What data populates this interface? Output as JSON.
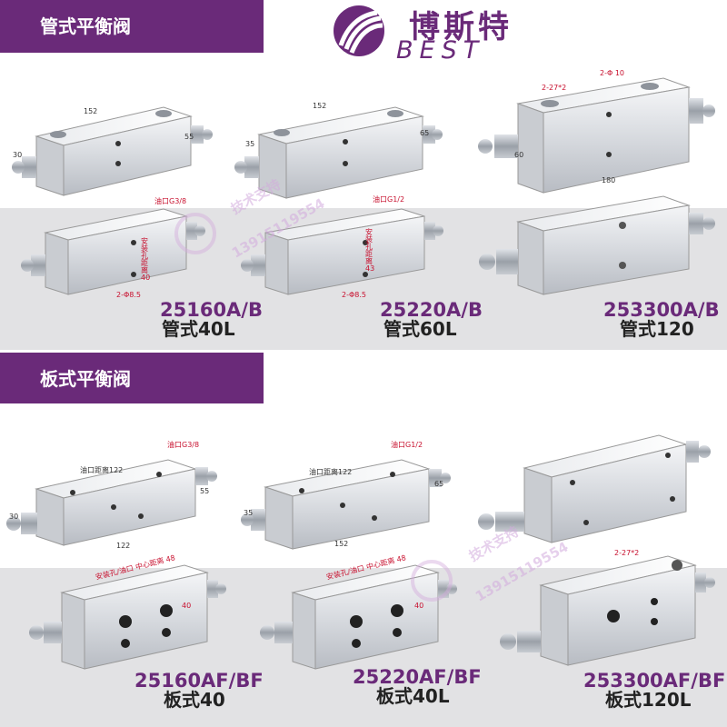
{
  "brand": {
    "name_cn": "博斯特",
    "name_en": "BEST",
    "color": "#6a2a79"
  },
  "sections": [
    {
      "title": "管式平衡阀"
    },
    {
      "title": "板式平衡阀"
    }
  ],
  "products": [
    {
      "code": "25160A/B",
      "desc": "管式40L"
    },
    {
      "code": "25220A/B",
      "desc": "管式60L"
    },
    {
      "code": "253300A/B",
      "desc": "管式120"
    },
    {
      "code": "25160AF/BF",
      "desc": "板式40"
    },
    {
      "code": "25220AF/BF",
      "desc": "板式40L"
    },
    {
      "code": "253300AF/BF",
      "desc": "板式120L"
    }
  ],
  "dimensions": {
    "v1": {
      "length": "152",
      "height": "55",
      "width": "30"
    },
    "v2": {
      "length": "152",
      "height": "65",
      "width": "35"
    },
    "v3": {
      "ports": "2-27*2",
      "holes": "2-Φ 10",
      "length": "180",
      "height": "60"
    },
    "v4": {
      "port": "油口G3/8",
      "mount": "安装孔距离 40",
      "holes": "2-Φ8.5"
    },
    "v5": {
      "port": "油口G1/2",
      "mount": "安装孔距离 43",
      "holes": "2-Φ8.5"
    },
    "v7": {
      "port": "油口G3/8",
      "port_dist": "油口距离122",
      "height": "55",
      "width": "30",
      "length": "122"
    },
    "v8": {
      "port": "油口G1/2",
      "port_dist": "油口距离122",
      "height": "65",
      "width": "35",
      "length": "152"
    },
    "v10": {
      "label": "安装孔/油口 中心距离 48",
      "height": "40"
    },
    "v11": {
      "label": "安装孔/油口 中心距离 48",
      "height": "40"
    },
    "v12": {
      "ports": "2-27*2"
    }
  },
  "watermarks": {
    "phone": "13915119554",
    "text": "技术支持"
  }
}
